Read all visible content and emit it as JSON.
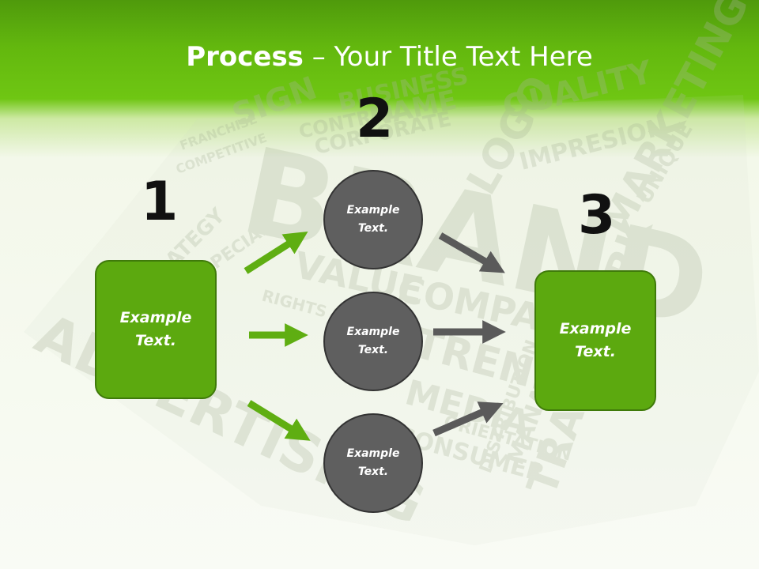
{
  "slide": {
    "title_bold": "Process",
    "title_rest": " – Your Title Text Here",
    "steps": [
      "1",
      "2",
      "3"
    ],
    "left_box": "Example\nText.",
    "right_box": "Example\nText.",
    "circles": [
      "Example\nText.",
      "Example\nText.",
      "Example\nText."
    ]
  },
  "colors": {
    "header_green": "#63b80e",
    "box_green": "#5ca90f",
    "box_border": "#3f7a0a",
    "circle_gray": "#5f5f5f",
    "green_arrow": "#5fae12",
    "gray_arrow": "#5a5a5a"
  }
}
